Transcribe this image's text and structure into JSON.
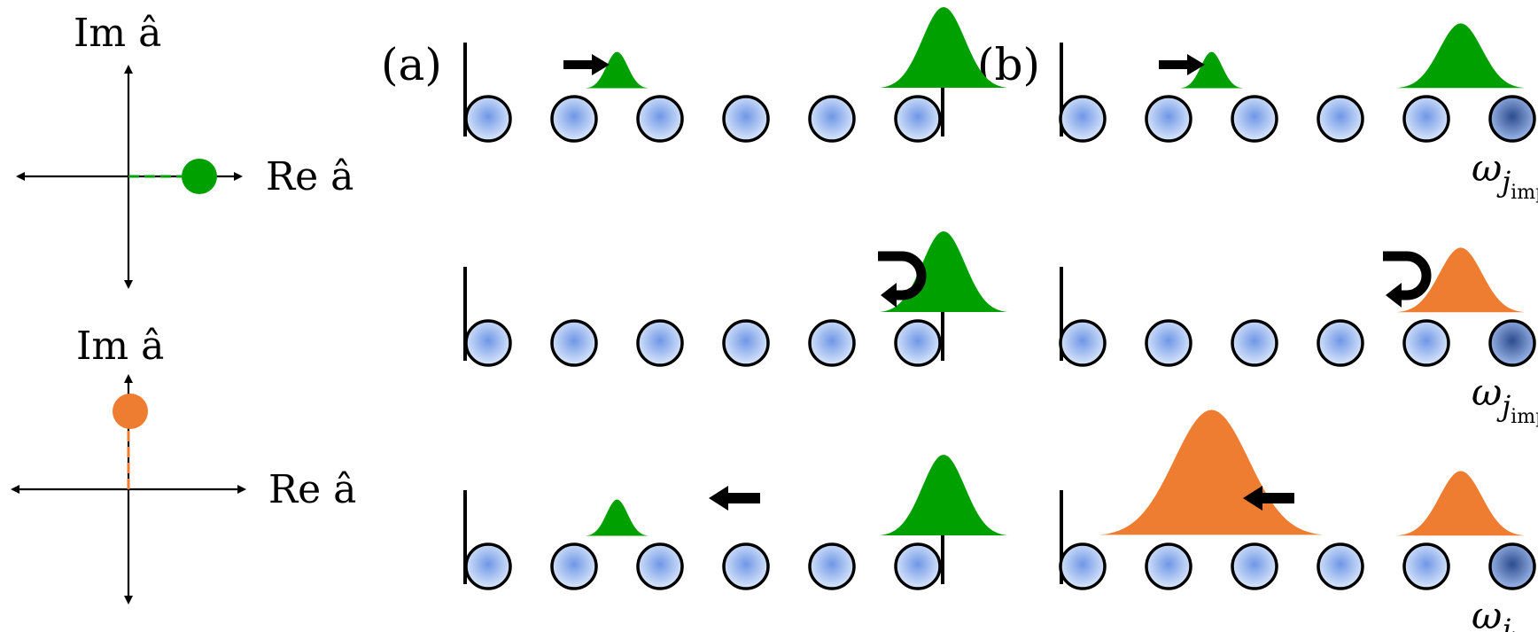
{
  "phase_plots": [
    {
      "id": "top",
      "im_label": "Im â",
      "re_label": "Re â",
      "point_color": "#00a000",
      "phase_direction": "real"
    },
    {
      "id": "bottom",
      "im_label": "Im â",
      "re_label": "Re â",
      "point_color": "#ee7d31",
      "phase_direction": "imaginary"
    }
  ],
  "panels": [
    {
      "label": "(a)",
      "impurity_site": null
    },
    {
      "label": "(b)",
      "impurity_site": 5,
      "impurity_label": "ω",
      "impurity_sub": "j",
      "impurity_subsub": "imp"
    }
  ],
  "site_count": 6,
  "colors": {
    "site_fill_light": "#dce8fb",
    "site_fill_mid": "#7fa6ec",
    "impurity_fill_dark": "#3a5aa0",
    "green": "#00a000",
    "orange": "#ee7d31",
    "stroke": "#000000"
  },
  "rows": [
    {
      "row": 1,
      "a": {
        "pulses": [
          {
            "site": 1.5,
            "amp": 0.45,
            "color": "green"
          },
          {
            "site": 5.3,
            "amp": 1.0,
            "color": "green"
          }
        ],
        "arrow": "right-small"
      },
      "b": {
        "pulses": [
          {
            "site": 1.5,
            "amp": 0.45,
            "color": "green"
          },
          {
            "site": 4.4,
            "amp": 0.8,
            "color": "green"
          }
        ],
        "arrow": "right-small"
      }
    },
    {
      "row": 2,
      "a": {
        "pulses": [
          {
            "site": 5.3,
            "amp": 1.0,
            "color": "green"
          }
        ],
        "arrow": "return"
      },
      "b": {
        "pulses": [
          {
            "site": 4.4,
            "amp": 0.8,
            "color": "orange"
          }
        ],
        "arrow": "return"
      }
    },
    {
      "row": 3,
      "a": {
        "pulses": [
          {
            "site": 1.5,
            "amp": 0.45,
            "color": "green"
          },
          {
            "site": 5.3,
            "amp": 1.0,
            "color": "green"
          }
        ],
        "arrow": "left"
      },
      "b": {
        "pulses": [
          {
            "site": 1.5,
            "amp": 1.55,
            "color": "orange"
          },
          {
            "site": 4.4,
            "amp": 0.8,
            "color": "orange"
          }
        ],
        "arrow": "left"
      }
    }
  ]
}
